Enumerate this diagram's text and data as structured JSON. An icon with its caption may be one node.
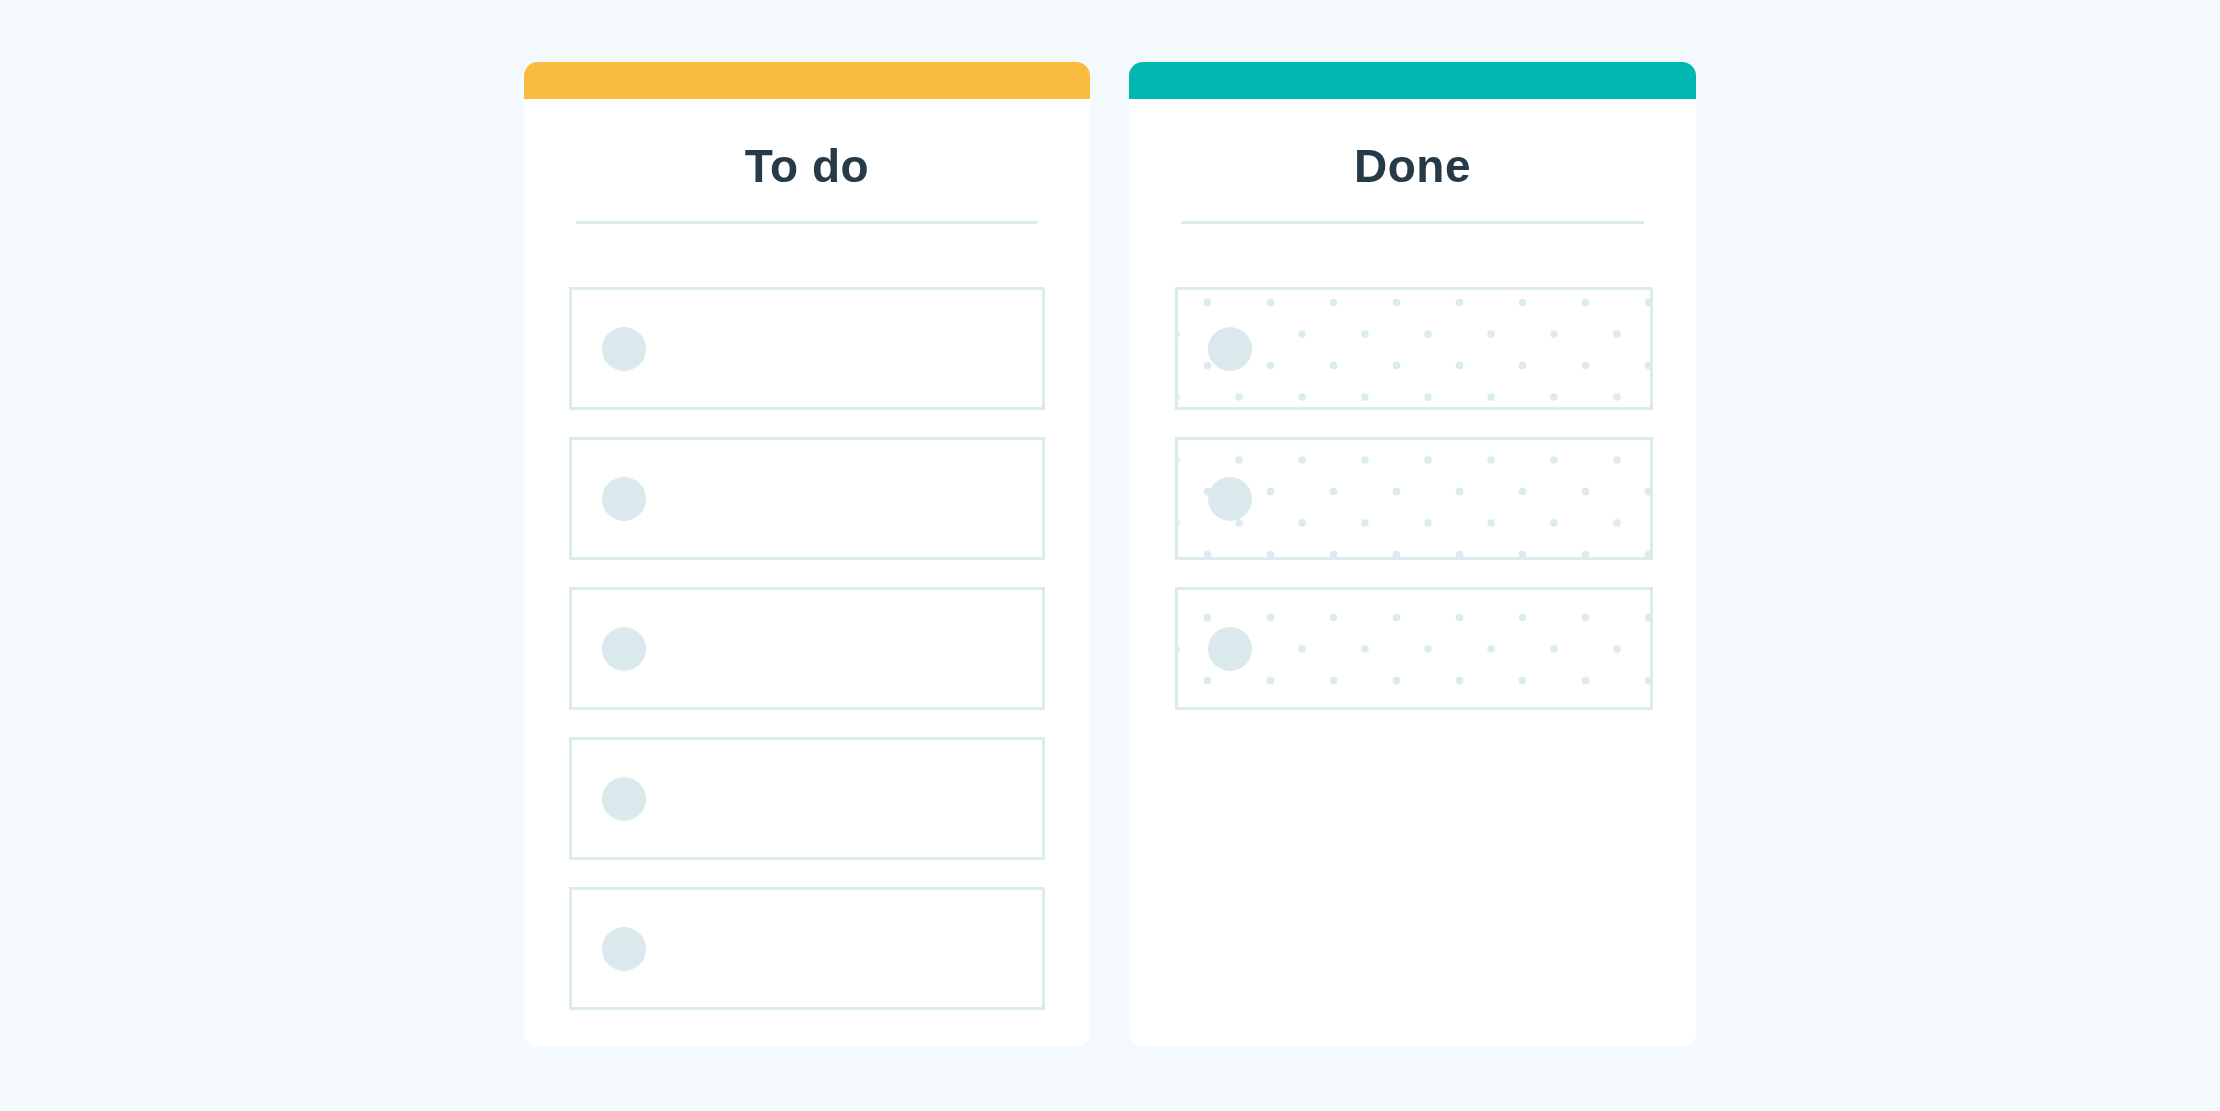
{
  "diagram": {
    "nodes": [
      {
        "text": [
          "To do"
        ]
      },
      {
        "text": [],
        "shape": "box",
        "in": 0
      },
      {
        "text": [],
        "shape": "box",
        "in": 0
      },
      {
        "text": [],
        "shape": "box",
        "in": 0
      },
      {
        "text": [],
        "shape": "box",
        "in": 0
      },
      {
        "text": [],
        "shape": "box",
        "in": 0
      },
      {
        "text": [
          "Done"
        ]
      },
      {
        "text": [],
        "shape": "box",
        "in": 6
      },
      {
        "text": [],
        "shape": "box",
        "in": 6
      },
      {
        "text": [],
        "shape": "box",
        "in": 6
      }
    ]
  }
}
